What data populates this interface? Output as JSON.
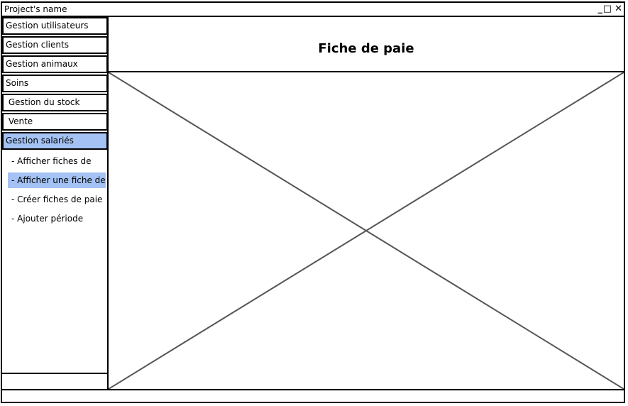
{
  "window": {
    "title": "Project's name",
    "controls": [
      "minimize-icon",
      "maximize-icon",
      "close-icon"
    ]
  },
  "sidebar": {
    "items": [
      {
        "label": "Gestion utilisateurs"
      },
      {
        "label": "Gestion clients"
      },
      {
        "label": "Gestion animaux"
      },
      {
        "label": "Soins"
      },
      {
        "label": " Gestion du stock"
      },
      {
        "label": " Vente"
      },
      {
        "label": "Gestion salariés",
        "active": true
      }
    ],
    "subitems": [
      {
        "label": "- Afficher fiches de"
      },
      {
        "label": "- Afficher une fiche de",
        "active": true
      },
      {
        "label": "- Créer fiches de paie"
      },
      {
        "label": "- Ajouter période"
      }
    ]
  },
  "main": {
    "title": "Fiche de paie",
    "content_placeholder": "image-placeholder"
  },
  "colors": {
    "active": "#a4c2f4",
    "border": "#000000",
    "placeholder_line": "#555555"
  }
}
